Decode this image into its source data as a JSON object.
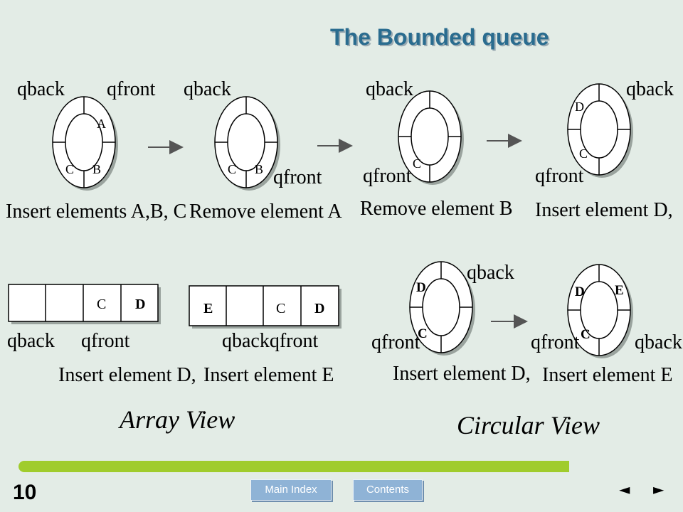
{
  "title": "The Bounded queue",
  "top_row": {
    "captions": [
      "Insert elements A,B, C",
      "Remove element A",
      "Remove element B",
      "Insert element  D,"
    ],
    "ring1": {
      "qback": "qback",
      "qfront": "qfront",
      "letters": [
        "A",
        "B",
        "C"
      ]
    },
    "ring2": {
      "qback": "qback",
      "qfront": "qfront",
      "letters": [
        "C",
        "B"
      ]
    },
    "ring3": {
      "qback": "qback",
      "qfront": "qfront",
      "letters": [
        "C"
      ]
    },
    "ring4": {
      "qback": "qback",
      "qfront": "qfront",
      "letters": [
        "D",
        "C"
      ]
    }
  },
  "array_view": {
    "label": "Array View",
    "array1": {
      "cells": [
        "",
        "",
        "C",
        "D"
      ],
      "qback": "qback",
      "qfront": "qfront",
      "caption": "Insert element  D,"
    },
    "array2": {
      "cells": [
        "E",
        "",
        "C",
        "D"
      ],
      "pointers": "qbackqfront",
      "caption": "Insert   element E"
    }
  },
  "circular_view": {
    "label": "Circular View",
    "ring5": {
      "qback": "qback",
      "qfront": "qfront",
      "letters": [
        "D",
        "C"
      ],
      "caption": "Insert element  D,"
    },
    "ring6": {
      "qback": "qback",
      "qfront": "qfront",
      "letters": [
        "D",
        "E",
        "C"
      ],
      "caption": "Insert   element E"
    }
  },
  "footer": {
    "page_number": "10",
    "main_index": "Main Index",
    "contents": "Contents",
    "prev": "◄",
    "next": "►"
  },
  "colors": {
    "accent_bar": "#a0cc2c",
    "title": "#2a6c8f",
    "button": "#8fb3d6"
  }
}
